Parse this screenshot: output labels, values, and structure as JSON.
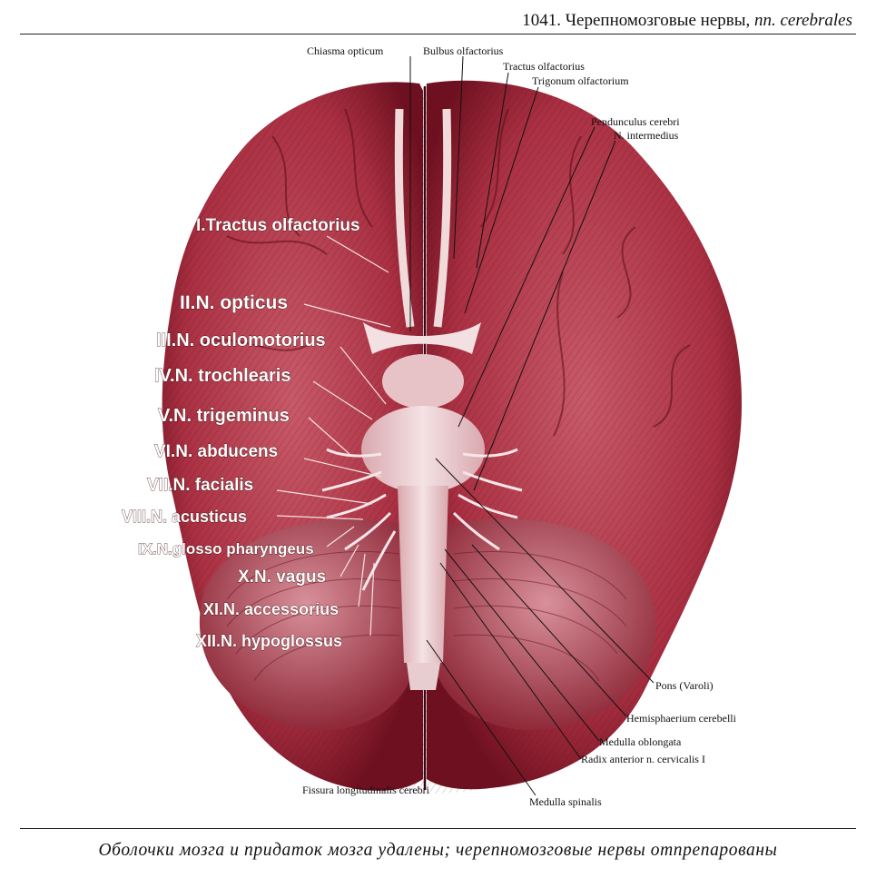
{
  "header": {
    "number_title": "1041. Черепномозговые нервы,",
    "latin_title": "nn. cerebrales"
  },
  "caption": "Оболочки мозга и придаток мозга удалены; черепномозговые нервы отпрепарованы",
  "colors": {
    "brain_base": "#b03848",
    "brain_dark": "#5a0c16",
    "brain_light": "#e7b9c0",
    "brainstem": "#edd3d6"
  },
  "labels_top": {
    "chiasma_opticum": "Chiasma opticum",
    "bulbus_olfactorius": "Bulbus olfactorius",
    "tractus_olfactorius": "Tractus olfactorius",
    "trigonum_olfactorium": "Trigonum olfactorium",
    "penduncululus_cerebri": "Pendunculus cerebri",
    "n_intermedius": "N. intermedius"
  },
  "nerves": {
    "n1": "I.Tractus olfactorius",
    "n2": "II.N. opticus",
    "n3": "III.N. oculomotorius",
    "n4": "IV.N. trochlearis",
    "n5": "V.N. trigeminus",
    "n6": "VI.N. abducens",
    "n7": "VII.N. facialis",
    "n8": "VIII.N. acusticus",
    "n9": "IX.N.glosso pharyngeus",
    "n10": "X.N. vagus",
    "n11": "XI.N. accessorius",
    "n12": "XII.N. hypoglossus"
  },
  "labels_right": {
    "pons": "Pons (Varoli)",
    "hemisphaerium": "Hemisphaerium cerebelli",
    "medulla_oblongata": "Medulla oblongata",
    "radix_anterior": "Radix anterior n. cervicalis I"
  },
  "labels_bottom": {
    "fissura": "Fissura longitudinalis cerebri",
    "medulla_spinalis": "Medulla spinalis"
  }
}
